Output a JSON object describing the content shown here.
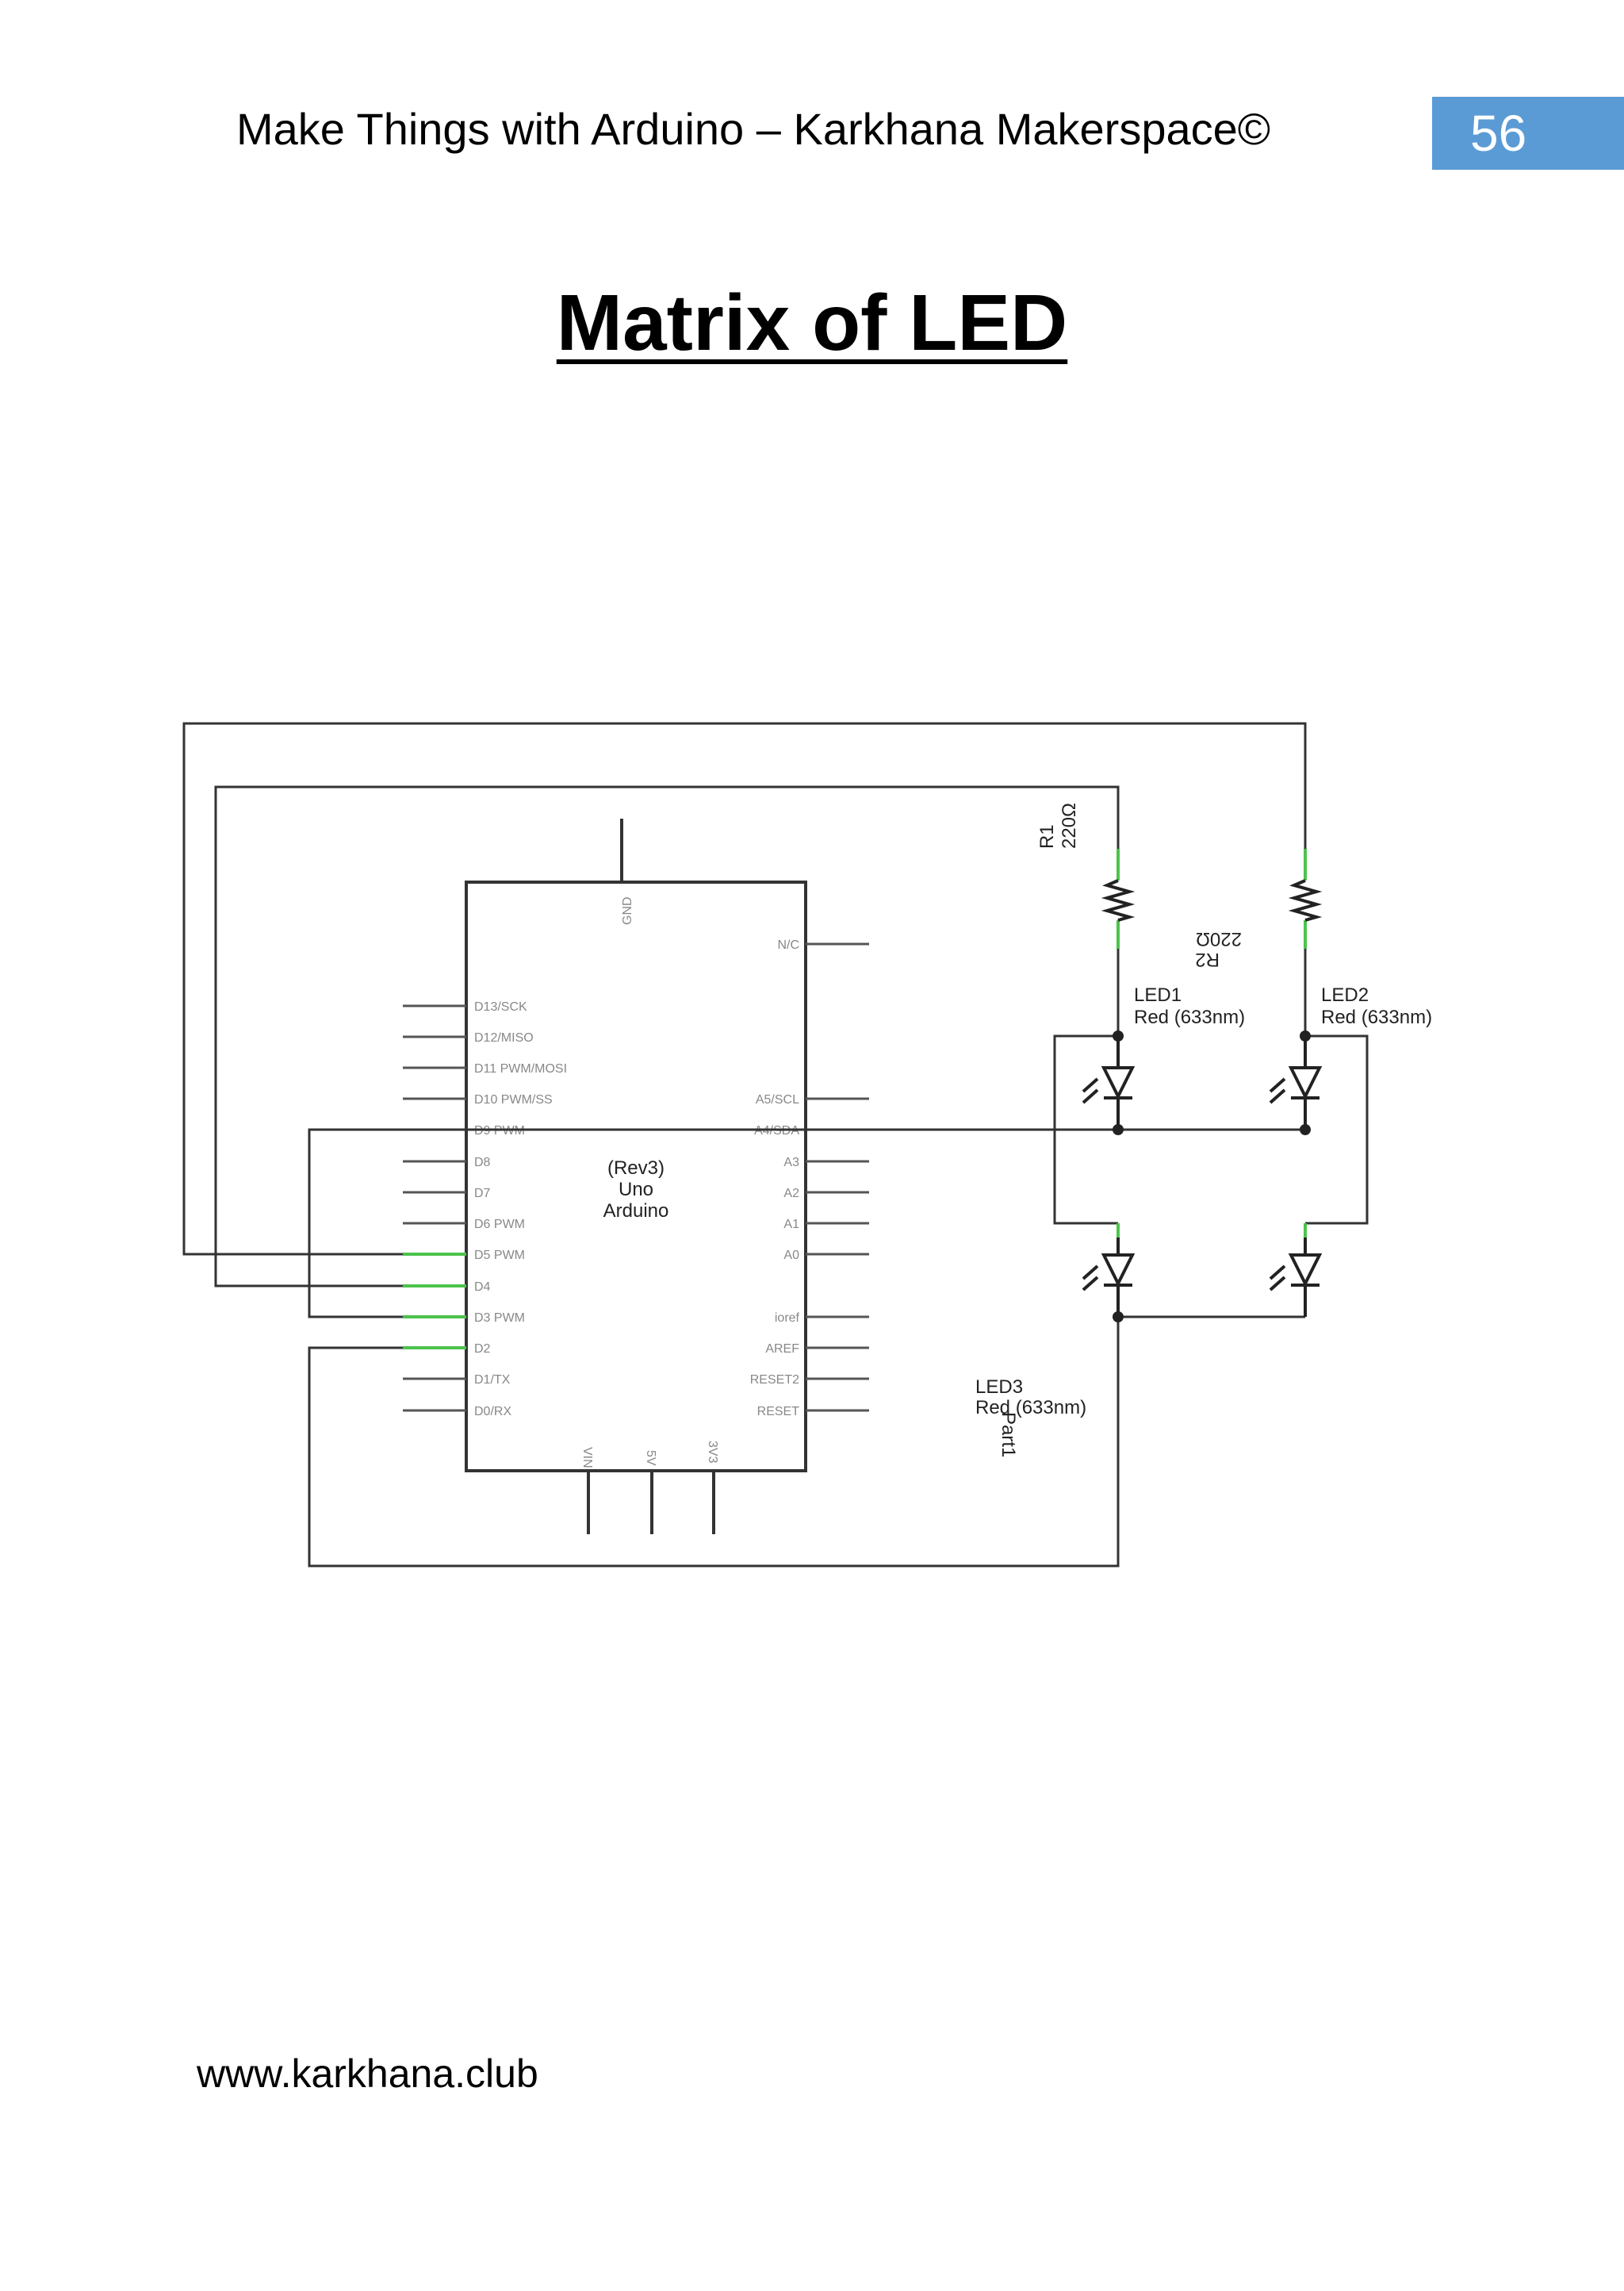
{
  "header": {
    "title": "Make Things with Arduino – Karkhana Makerspace©",
    "page_number": "56"
  },
  "page_title": "Matrix of LED",
  "footer": {
    "website": "www.karkhana.club"
  },
  "schematic": {
    "board": {
      "line1": "(Rev3)",
      "line2": "Uno",
      "line3": "Arduino"
    },
    "left_pins": [
      "D13/SCK",
      "D12/MISO",
      "D11 PWM/MOSI",
      "D10 PWM/SS",
      "D9 PWM",
      "D8",
      "D7",
      "D6 PWM",
      "D5 PWM",
      "D4",
      "D3 PWM",
      "D2",
      "D1/TX",
      "D0/RX"
    ],
    "right_pins": [
      "N/C",
      "A5/SCL",
      "A4/SDA",
      "A3",
      "A2",
      "A1",
      "A0",
      "ioref",
      "AREF",
      "RESET2",
      "RESET"
    ],
    "top_pin": "GND",
    "bottom_pins": [
      "VIN",
      "5V",
      "3V3"
    ],
    "r1": {
      "name": "R1",
      "value": "220Ω"
    },
    "r2": {
      "name": "R2",
      "value": "220Ω"
    },
    "led1": {
      "name": "LED1",
      "spec": "Red (633nm)"
    },
    "led2": {
      "name": "LED2",
      "spec": "Red (633nm)"
    },
    "led3": {
      "name": "LED3",
      "spec": "Red (633nm)",
      "part": "Part1"
    }
  }
}
